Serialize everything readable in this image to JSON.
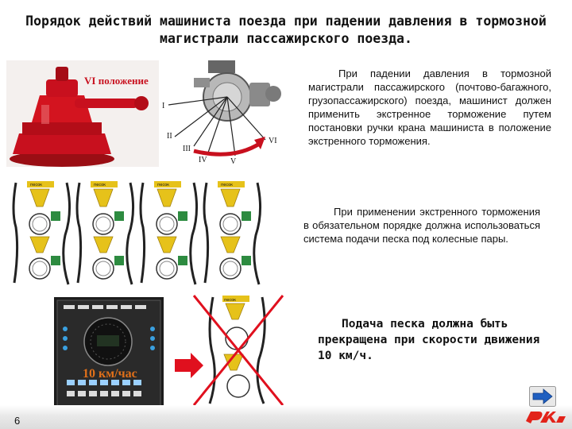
{
  "title": "Порядок действий машиниста поезда при падении давления в тормозной магистрали пассажирского поезда.",
  "paragraph1": "При падении давления в тормозной магистрали пассажирского (почтово-багажного, грузопассажирского) поезда, машинист должен применить экстренное торможение путем постановки ручки крана машиниста в положение экстренного торможения.",
  "paragraph2": "При применении экстренного торможения в обязательном порядке должна использоваться система подачи песка под колесные пары.",
  "paragraph3": "Подача песка должна быть прекращена при скорости движения 10 км/ч.",
  "crane_label": "VI положение",
  "valve_positions": [
    "I",
    "II",
    "III",
    "IV",
    "V",
    "VI"
  ],
  "sandbox_label": "песок",
  "speed_readout": "10 км/час",
  "page_number": "6",
  "colors": {
    "crane_red": "#c8101e",
    "logo_red": "#e2231a",
    "arrow_red": "#e0101e",
    "next_blue": "#1f5fc0",
    "sand_yellow": "#e6c21a"
  },
  "icons": {
    "next": "arrow-right-icon",
    "logo": "rzd-logo-icon"
  }
}
